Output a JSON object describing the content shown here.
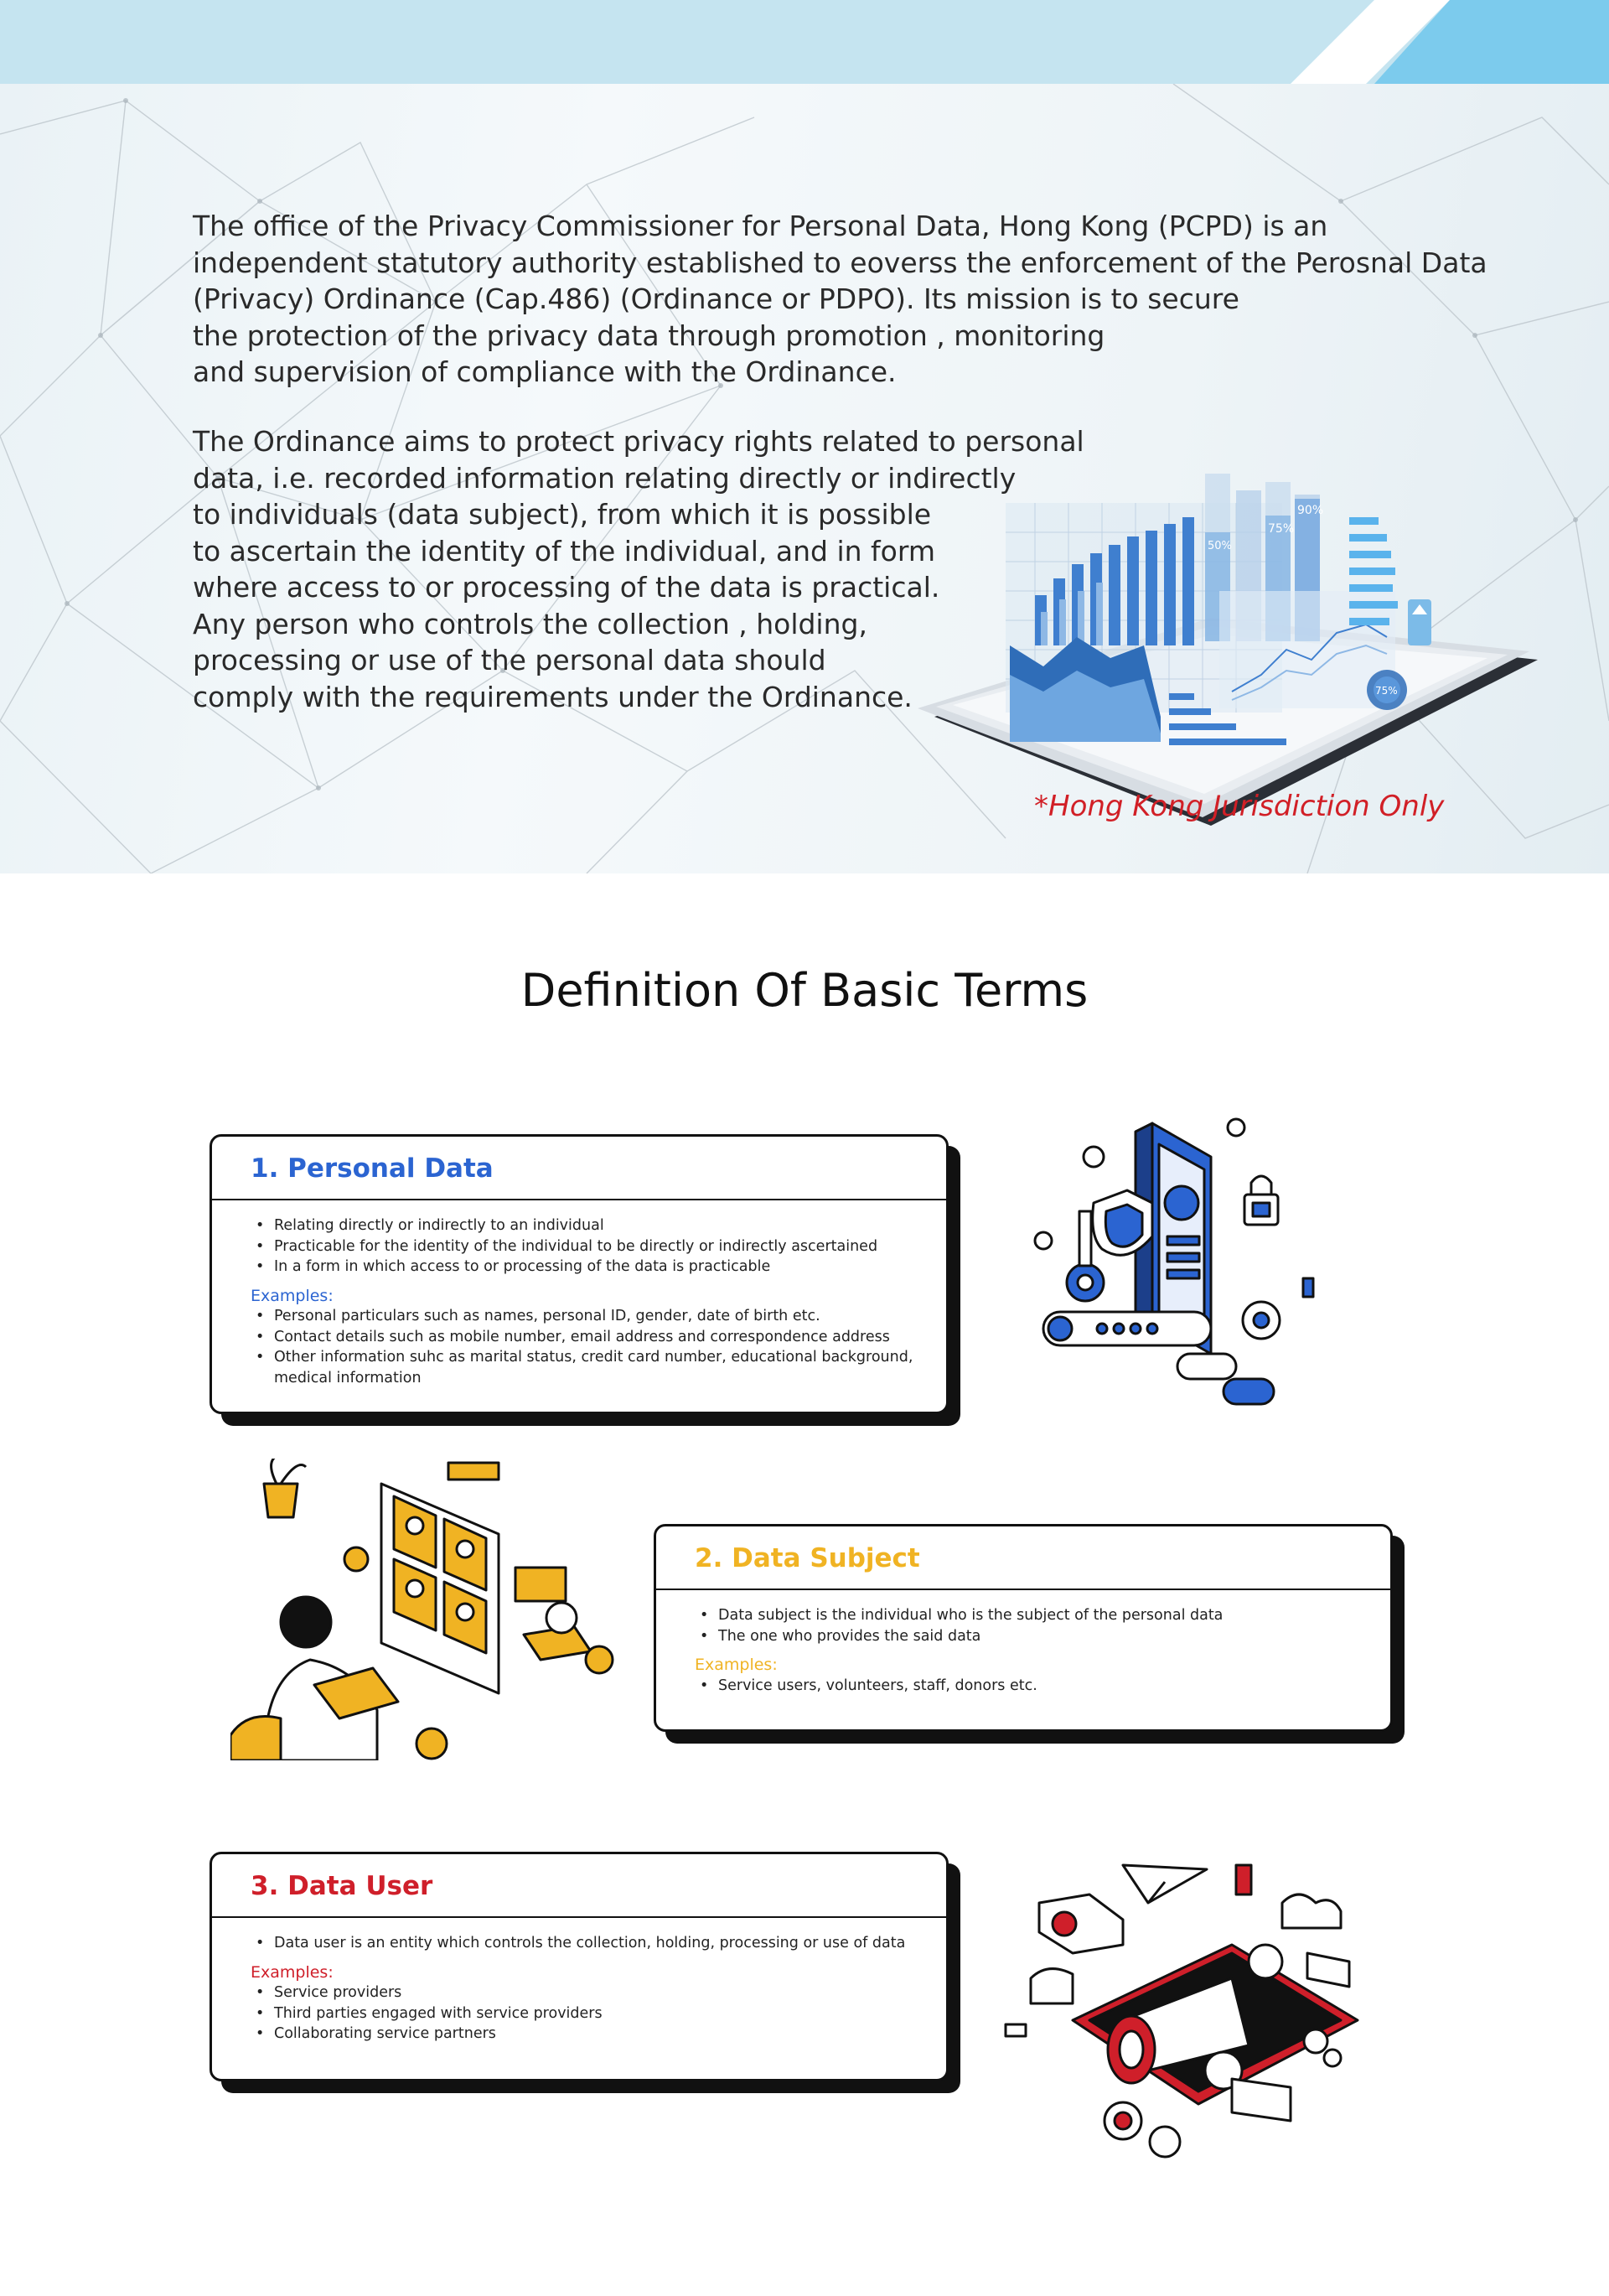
{
  "hero": {
    "paragraph1": [
      "The office of the Privacy Commissioner for Personal Data, Hong Kong (PCPD) is an",
      "independent statutory authority established to eoverss the enforcement of the Perosnal Data",
      "(Privacy) Ordinance (Cap.486) (Ordinance or PDPO). Its mission is to secure",
      "the protection of the privacy data through promotion , monitoring",
      "and supervision of compliance with the Ordinance."
    ],
    "paragraph2": [
      "The Ordinance aims to protect privacy rights related to personal",
      "data, i.e. recorded information relating directly or indirectly",
      "to individuals (data subject), from which it is possible",
      "to ascertain the identity of the individual, and in form",
      "where access to or processing of the data is practical.",
      "Any person who controls the collection , holding,",
      "processing or use of the personal data should",
      "comply with the requirements under the Ordinance."
    ],
    "jurisdiction_note": "*Hong Kong Jurisdiction Only",
    "tablet_labels": {
      "pct_75": "75%",
      "pct_90": "90%",
      "pct_50": "50%",
      "pct_75_dial": "75%"
    }
  },
  "section_title": "Definition Of Basic Terms",
  "terms": [
    {
      "title": "1. Personal Data",
      "points": [
        "Relating directly or indirectly to an individual",
        "Practicable for the identity of the individual to be directly or indirectly ascertained",
        "In a form in which access to or processing of the data is practicable"
      ],
      "examples_label": "Examples:",
      "examples": [
        "Personal particulars such as names, personal ID, gender, date of birth etc.",
        "Contact details such as mobile number, email address and correspondence address",
        "Other information suhc as marital status, credit card number, educational background,",
        "medical information"
      ]
    },
    {
      "title": "2. Data Subject",
      "points": [
        "Data subject is the individual who is the subject of the personal data",
        "The one who provides the said data"
      ],
      "examples_label": "Examples:",
      "examples": [
        "Service users, volunteers, staff, donors etc."
      ]
    },
    {
      "title": "3. Data User",
      "points": [
        "Data user is an entity which controls the collection, holding, processing or use of data"
      ],
      "examples_label": "Examples:",
      "examples": [
        "Service providers",
        "Third parties engaged with service providers",
        "Collaborating service partners"
      ]
    }
  ],
  "colors": {
    "personal_data": "#2b64d1",
    "data_subject": "#f0b323",
    "data_user": "#cf1f2a",
    "jurisdiction": "#d11f26"
  }
}
